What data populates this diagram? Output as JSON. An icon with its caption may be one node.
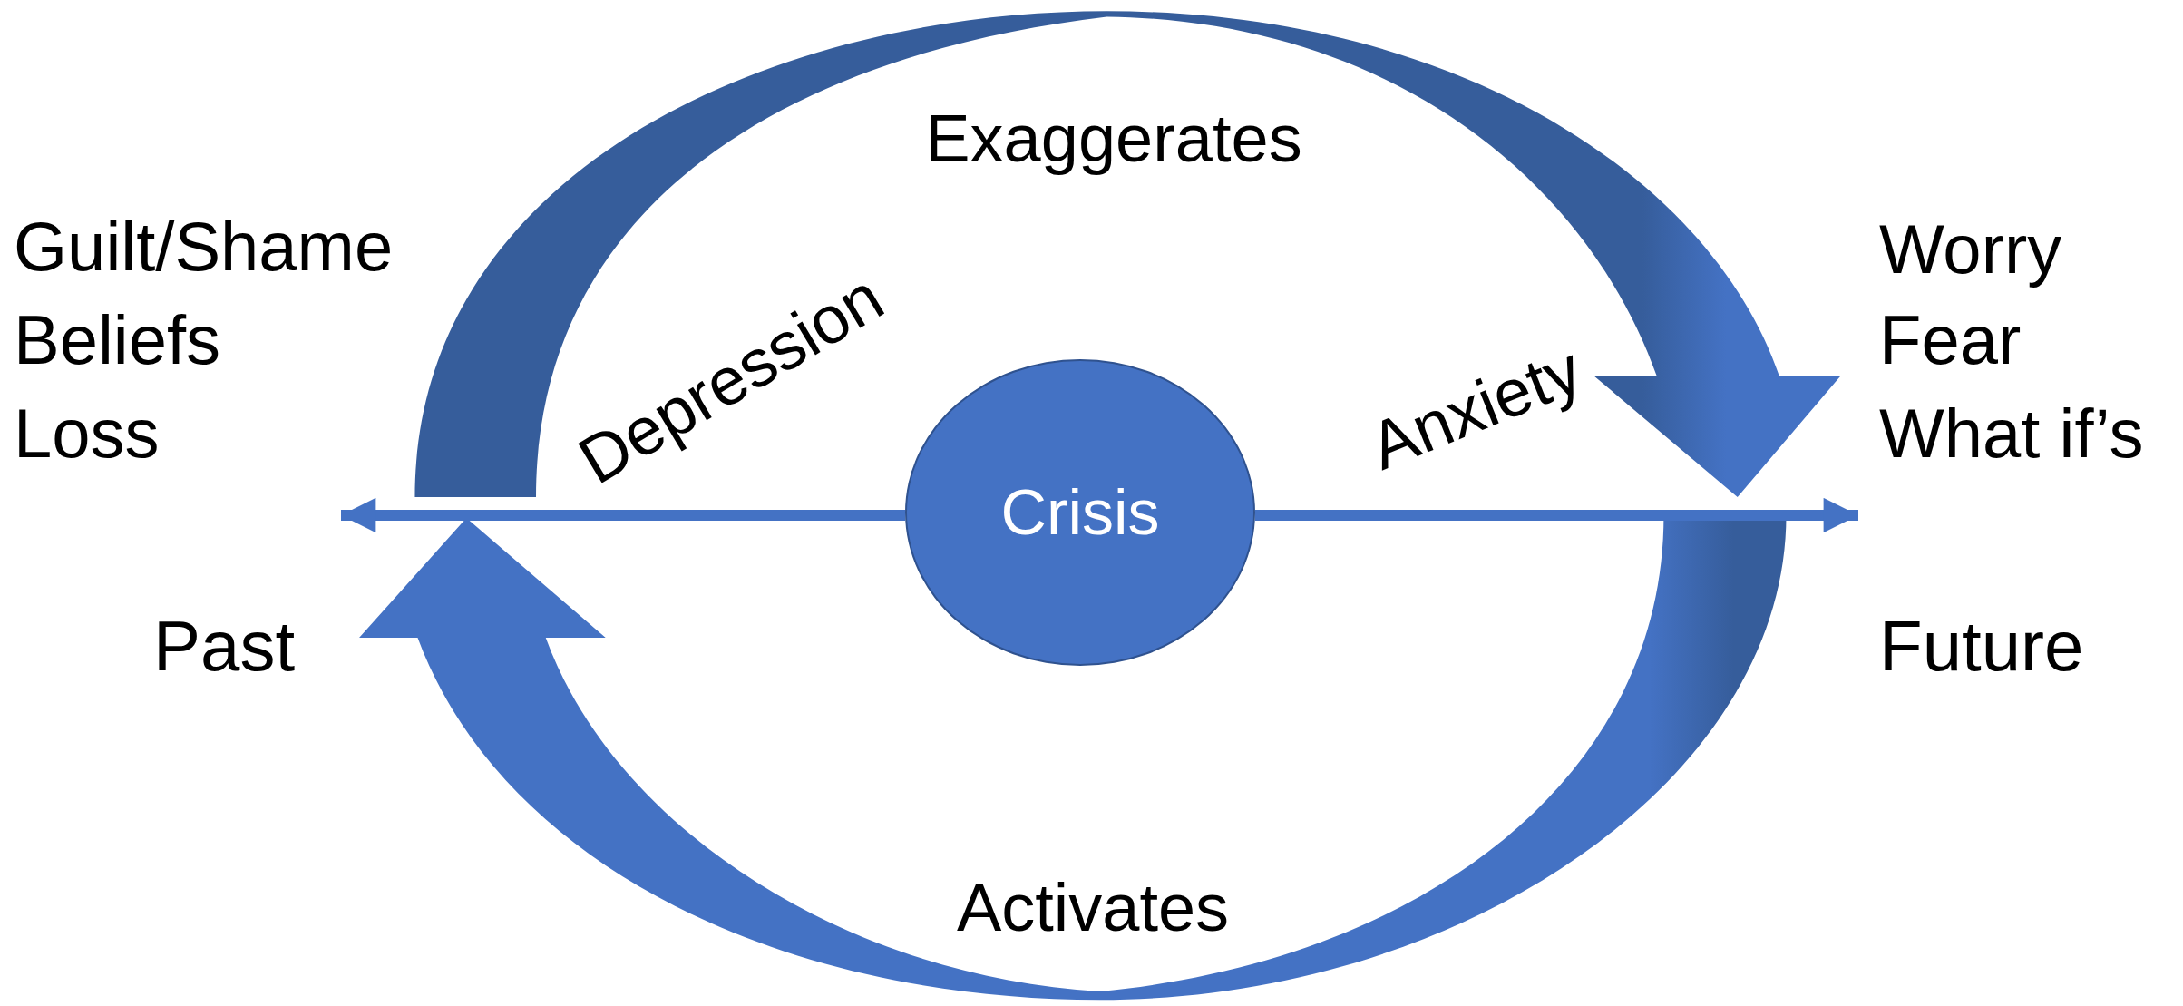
{
  "diagram": {
    "nodes": [
      {
        "text": [
          "Guilt/Shame",
          "Beliefs",
          "Loss"
        ]
      },
      {
        "text": [
          "Past"
        ]
      },
      {
        "text": [
          "Crisis"
        ]
      },
      {
        "text": [
          "Worry",
          "Fear",
          "What if’s"
        ]
      },
      {
        "text": [
          "Future"
        ]
      }
    ],
    "edges": [
      {
        "from": 1,
        "to": 4,
        "arrow": "to",
        "label": "Exaggerates"
      },
      {
        "from": 4,
        "to": 1,
        "arrow": "to",
        "label": "Activates"
      },
      {
        "from": 2,
        "to": 0,
        "arrow": "to"
      },
      {
        "from": 2,
        "to": 3,
        "arrow": "to"
      }
    ],
    "labels": [
      "Depression",
      "Anxiety"
    ]
  }
}
